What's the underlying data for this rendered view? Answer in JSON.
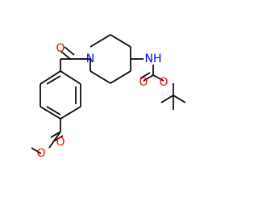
{
  "molecule": {
    "atoms": {
      "carbonyl_o_top": "O",
      "piperidine_n": "N",
      "carbamate_nh": "NH",
      "carbamate_o_double": "O",
      "carbamate_o_single": "O",
      "ester_o_double": "O",
      "ester_o_single": "O"
    },
    "colors": {
      "bond": "#000000",
      "oxygen": "#ff0000",
      "nitrogen": "#0000ff",
      "background": "#ffffff"
    }
  }
}
